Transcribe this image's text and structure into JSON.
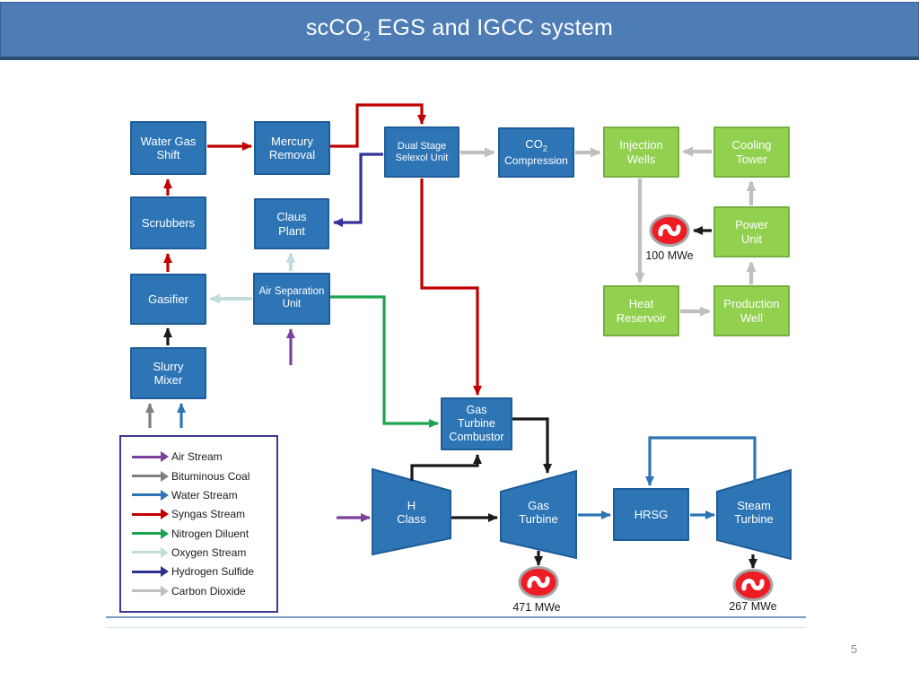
{
  "slide": {
    "title": {
      "pre": "scCO",
      "sub": "2",
      "post": " EGS and IGCC system"
    },
    "page_number": "5"
  },
  "colors": {
    "title_bar": "#4e7db5",
    "process_box_fill": "#2e75b6",
    "process_box_border": "#1f5c99",
    "geothermal_box_fill": "#92d050",
    "geothermal_box_border": "#76b041",
    "generator_fill": "#ee1c24",
    "generator_ring": "#a6a6a6",
    "syngas": "#c00000",
    "hydrogen_sulfide": "#333399",
    "oxygen": "#c2dcdc",
    "air": "#7b3f9e",
    "nitrogen": "#1ca350",
    "water": "#2e74b5",
    "bituminous_coal": "#7f7f7f",
    "carbon_dioxide": "#bfbfbf"
  },
  "nodes": {
    "water_gas_shift": {
      "label": "Water Gas\nShift"
    },
    "mercury_removal": {
      "label": "Mercury\nRemoval"
    },
    "selexol": {
      "label": "Dual Stage\nSelexol Unit"
    },
    "co2_compression": {
      "l1": "CO",
      "l1_sub": "2",
      "l2": "Compression"
    },
    "scrubbers": {
      "label": "Scrubbers"
    },
    "claus_plant": {
      "label": "Claus\nPlant"
    },
    "gasifier": {
      "label": "Gasifier"
    },
    "air_separation": {
      "label": "Air Separation\nUnit"
    },
    "slurry_mixer": {
      "label": "Slurry\nMixer"
    },
    "combustor": {
      "label": "Gas\nTurbine\nCombustor"
    },
    "hrsg": {
      "label": "HRSG"
    },
    "injection_wells": {
      "label": "Injection\nWells"
    },
    "cooling_tower": {
      "label": "Cooling\nTower"
    },
    "power_unit": {
      "label": "Power\nUnit"
    },
    "heat_reservoir": {
      "label": "Heat\nReservoir"
    },
    "production_well": {
      "label": "Production\nWell"
    },
    "h_class": {
      "label": "H\nClass"
    },
    "gas_turbine": {
      "label": "Gas\nTurbine"
    },
    "steam_turbine": {
      "label": "Steam\nTurbine"
    }
  },
  "generators": {
    "geothermal": {
      "label": "100 MWe"
    },
    "gas": {
      "label": "471 MWe"
    },
    "steam": {
      "label": "267 MWe"
    }
  },
  "legend": {
    "items": [
      {
        "label": "Air Stream",
        "color": "#7b3f9e"
      },
      {
        "label": "Bituminous Coal",
        "color": "#7f7f7f"
      },
      {
        "label": "Water Stream",
        "color": "#2e74b5"
      },
      {
        "label": "Syngas Stream",
        "color": "#c00000"
      },
      {
        "label": "Nitrogen Diluent",
        "color": "#1ca350"
      },
      {
        "label": "Oxygen Stream",
        "color": "#c2dcdc"
      },
      {
        "label": "Hydrogen Sulfide",
        "color": "#2f2f8f"
      },
      {
        "label": "Carbon Dioxide",
        "color": "#bfbfbf"
      }
    ]
  }
}
